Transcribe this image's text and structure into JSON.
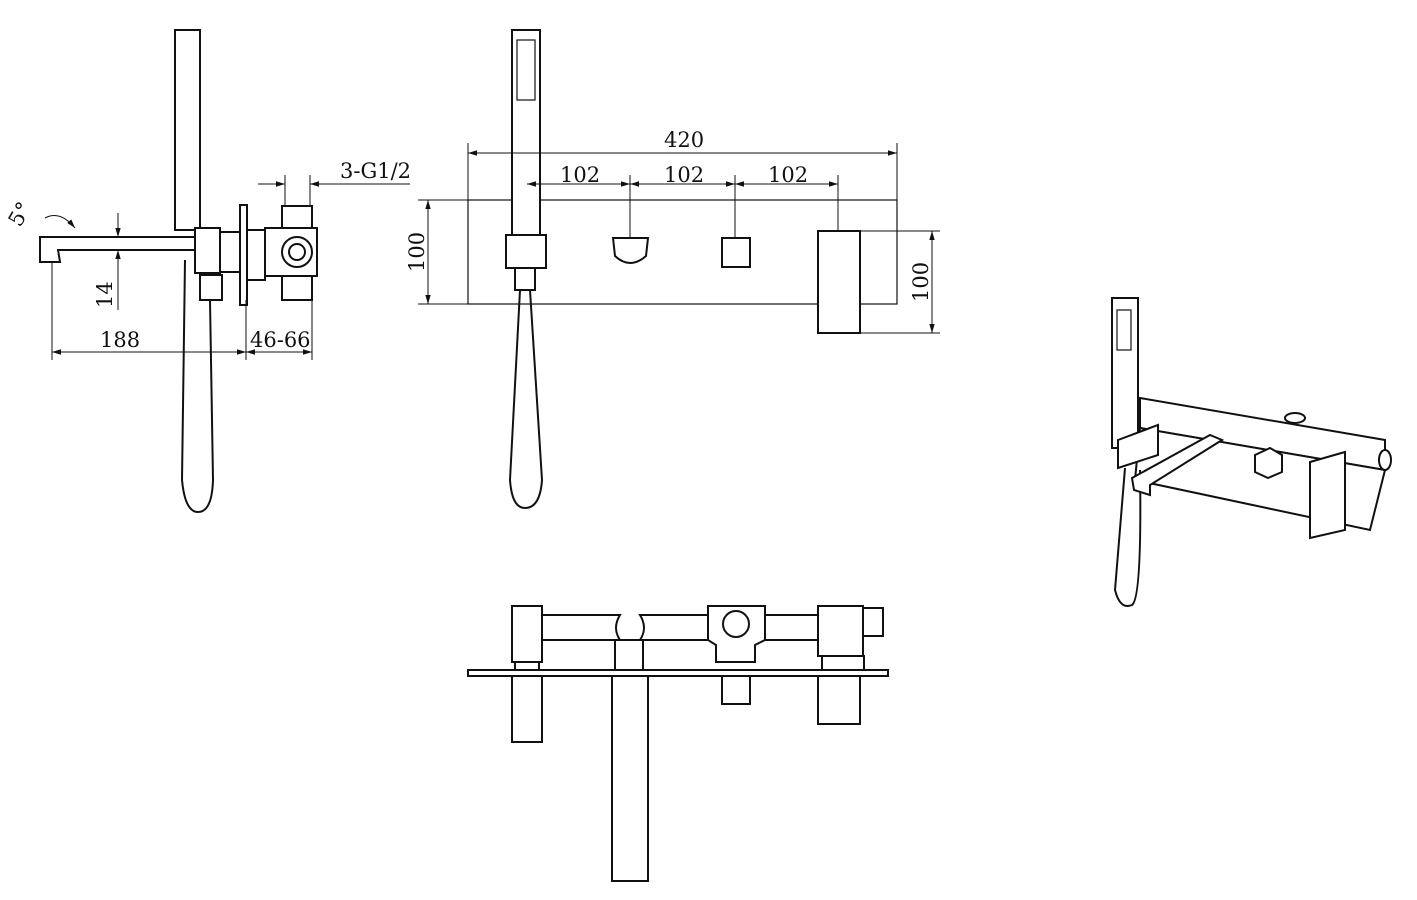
{
  "side_view": {
    "angle_label": "5°",
    "height_label": "14",
    "spout_length_label": "188",
    "wall_depth_label": "46-66",
    "connection_label": "3-G1/2"
  },
  "front_view": {
    "total_width_label": "420",
    "spacing_labels": [
      "102",
      "102",
      "102"
    ],
    "panel_height_label": "100",
    "lever_height_label": "100"
  },
  "colors": {
    "line": "#111111",
    "background": "#ffffff"
  }
}
